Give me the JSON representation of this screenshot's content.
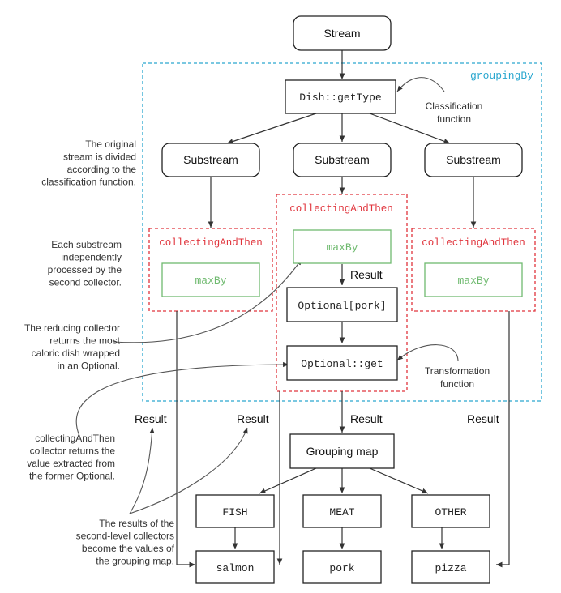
{
  "nodes": {
    "stream": "Stream",
    "get_type": "Dish::getType",
    "substream_left": "Substream",
    "substream_mid": "Substream",
    "substream_right": "Substream",
    "max_by_left": "maxBy",
    "max_by_mid": "maxBy",
    "max_by_right": "maxBy",
    "optional_pork": "Optional[pork]",
    "optional_get": "Optional::get",
    "grouping_map": "Grouping map",
    "fish": "FISH",
    "meat": "MEAT",
    "other": "OTHER",
    "salmon": "salmon",
    "pork": "pork",
    "pizza": "pizza"
  },
  "containers": {
    "grouping_by": "groupingBy",
    "collecting_left": "collectingAndThen",
    "collecting_mid": "collectingAndThen",
    "collecting_right": "collectingAndThen"
  },
  "edge_labels": {
    "result_mid_inner": "Result",
    "result_1": "Result",
    "result_2": "Result",
    "result_3": "Result",
    "result_4": "Result"
  },
  "annotations": {
    "classification": [
      "Classification",
      "function"
    ],
    "transformation": [
      "Transformation",
      "function"
    ],
    "stream_divided": [
      "The original",
      "stream is divided",
      "according to the",
      "classification function."
    ],
    "substream_processed": [
      "Each substream",
      "independently",
      "processed by the",
      "second collector."
    ],
    "reducing_collector": [
      "The reducing collector",
      "returns the most",
      "caloric dish wrapped",
      "in an Optional."
    ],
    "collecting_returns": [
      "collectingAndThen",
      "collector returns the",
      "value extracted from",
      "the former Optional."
    ],
    "results_values": [
      "The results of the",
      "second-level collectors",
      "become the values of",
      "the grouping map."
    ]
  },
  "colors": {
    "grouping_by_border": "#2aa7cf",
    "collecting_border": "#e0343c",
    "max_by": "#6fba6f",
    "node_border": "#222222"
  }
}
